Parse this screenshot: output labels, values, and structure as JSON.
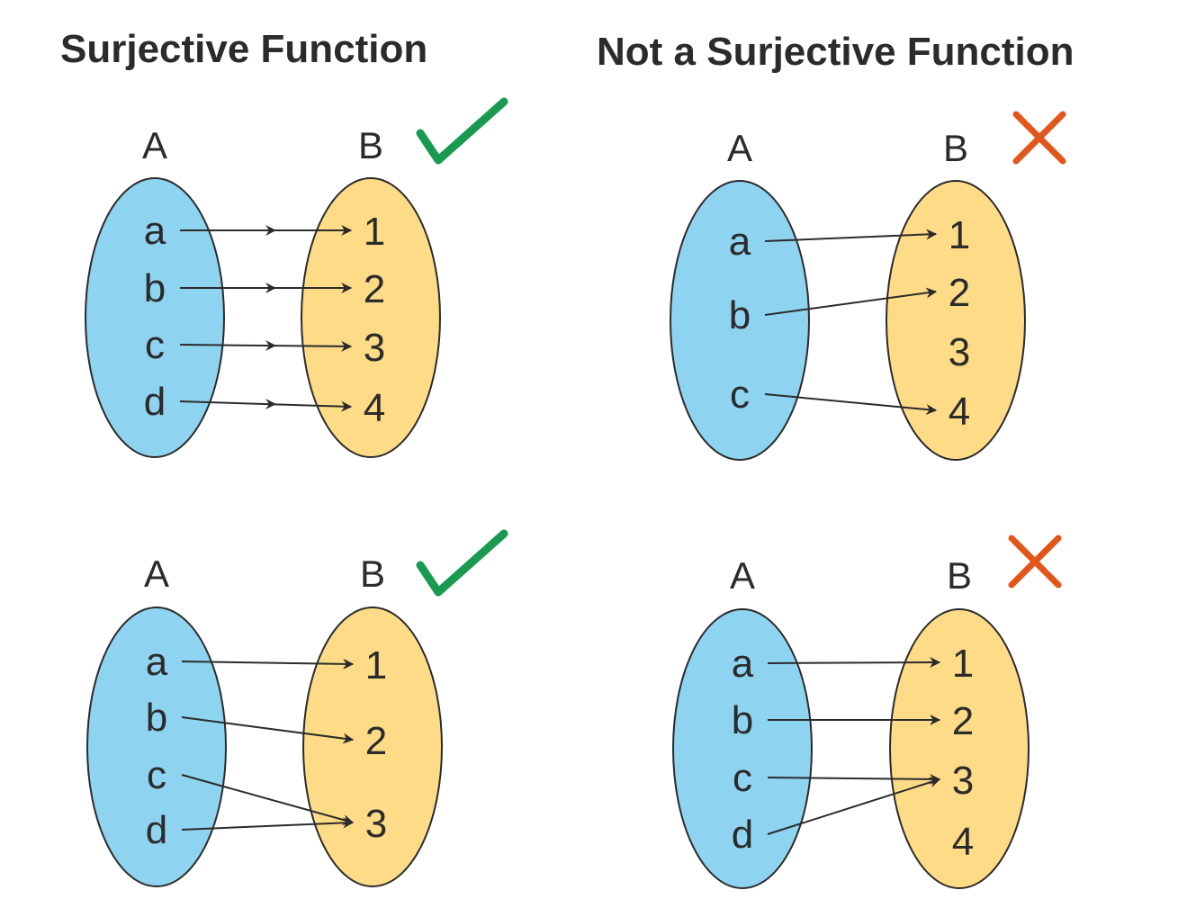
{
  "titles": {
    "left": "Surjective Function",
    "right": "Not a Surjective Function"
  },
  "colors": {
    "set_a_fill": "#8ed3ef",
    "set_b_fill": "#fedb86",
    "outline": "#2b2b2b",
    "check": "#1a9a50",
    "cross": "#e2561c"
  },
  "diagrams": [
    {
      "id": "top-left",
      "set_a_label": "A",
      "set_b_label": "B",
      "domain": [
        "a",
        "b",
        "c",
        "d"
      ],
      "codomain": [
        "1",
        "2",
        "3",
        "4"
      ],
      "mapping": [
        [
          "a",
          "1"
        ],
        [
          "b",
          "2"
        ],
        [
          "c",
          "3"
        ],
        [
          "d",
          "4"
        ]
      ],
      "surjective": true,
      "mark_icon": "check-icon"
    },
    {
      "id": "top-right",
      "set_a_label": "A",
      "set_b_label": "B",
      "domain": [
        "a",
        "b",
        "c"
      ],
      "codomain": [
        "1",
        "2",
        "3",
        "4"
      ],
      "mapping": [
        [
          "a",
          "1"
        ],
        [
          "b",
          "2"
        ],
        [
          "c",
          "4"
        ]
      ],
      "surjective": false,
      "mark_icon": "cross-icon"
    },
    {
      "id": "bottom-left",
      "set_a_label": "A",
      "set_b_label": "B",
      "domain": [
        "a",
        "b",
        "c",
        "d"
      ],
      "codomain": [
        "1",
        "2",
        "3"
      ],
      "mapping": [
        [
          "a",
          "1"
        ],
        [
          "b",
          "2"
        ],
        [
          "c",
          "3"
        ],
        [
          "d",
          "3"
        ]
      ],
      "surjective": true,
      "mark_icon": "check-icon"
    },
    {
      "id": "bottom-right",
      "set_a_label": "A",
      "set_b_label": "B",
      "domain": [
        "a",
        "b",
        "c",
        "d"
      ],
      "codomain": [
        "1",
        "2",
        "3",
        "4"
      ],
      "mapping": [
        [
          "a",
          "1"
        ],
        [
          "b",
          "2"
        ],
        [
          "c",
          "3"
        ],
        [
          "d",
          "3"
        ]
      ],
      "surjective": false,
      "mark_icon": "cross-icon"
    }
  ]
}
